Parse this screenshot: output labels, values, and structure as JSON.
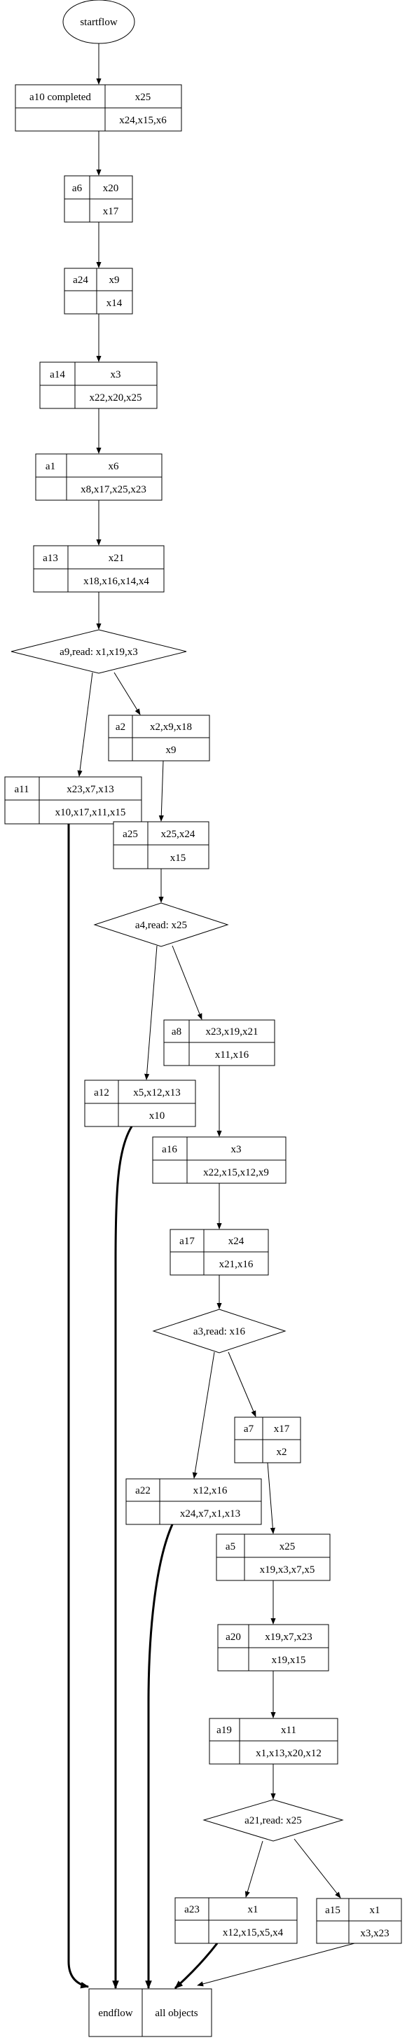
{
  "start": {
    "label": "startflow"
  },
  "nodes": {
    "a10": {
      "id": "a10 completed",
      "out": "x25",
      "in": "x24,x15,x6"
    },
    "a6": {
      "id": "a6",
      "out": "x20",
      "in": "x17"
    },
    "a24": {
      "id": "a24",
      "out": "x9",
      "in": "x14"
    },
    "a14": {
      "id": "a14",
      "out": "x3",
      "in": "x22,x20,x25"
    },
    "a1": {
      "id": "a1",
      "out": "x6",
      "in": "x8,x17,x25,x23"
    },
    "a13": {
      "id": "a13",
      "out": "x21",
      "in": "x18,x16,x14,x4"
    },
    "a2": {
      "id": "a2",
      "out": "x2,x9,x18",
      "in": "x9"
    },
    "a11": {
      "id": "a11",
      "out": "x23,x7,x13",
      "in": "x10,x17,x11,x15"
    },
    "a25": {
      "id": "a25",
      "out": "x25,x24",
      "in": "x15"
    },
    "a8": {
      "id": "a8",
      "out": "x23,x19,x21",
      "in": "x11,x16"
    },
    "a12": {
      "id": "a12",
      "out": "x5,x12,x13",
      "in": "x10"
    },
    "a16": {
      "id": "a16",
      "out": "x3",
      "in": "x22,x15,x12,x9"
    },
    "a17": {
      "id": "a17",
      "out": "x24",
      "in": "x21,x16"
    },
    "a7": {
      "id": "a7",
      "out": "x17",
      "in": "x2"
    },
    "a22": {
      "id": "a22",
      "out": "x12,x16",
      "in": "x24,x7,x1,x13"
    },
    "a5": {
      "id": "a5",
      "out": "x25",
      "in": "x19,x3,x7,x5"
    },
    "a20": {
      "id": "a20",
      "out": "x19,x7,x23",
      "in": "x19,x15"
    },
    "a19": {
      "id": "a19",
      "out": "x11",
      "in": "x1,x13,x20,x12"
    },
    "a23": {
      "id": "a23",
      "out": "x1",
      "in": "x12,x15,x5,x4"
    },
    "a15": {
      "id": "a15",
      "out": "x1",
      "in": "x3,x23"
    }
  },
  "decisions": {
    "a9": {
      "label": "a9,read: x1,x19,x3"
    },
    "a4": {
      "label": "a4,read: x25"
    },
    "a3": {
      "label": "a3,read: x16"
    },
    "a21": {
      "label": "a21,read: x25"
    }
  },
  "end": {
    "label": "endflow",
    "objects": "all objects"
  }
}
